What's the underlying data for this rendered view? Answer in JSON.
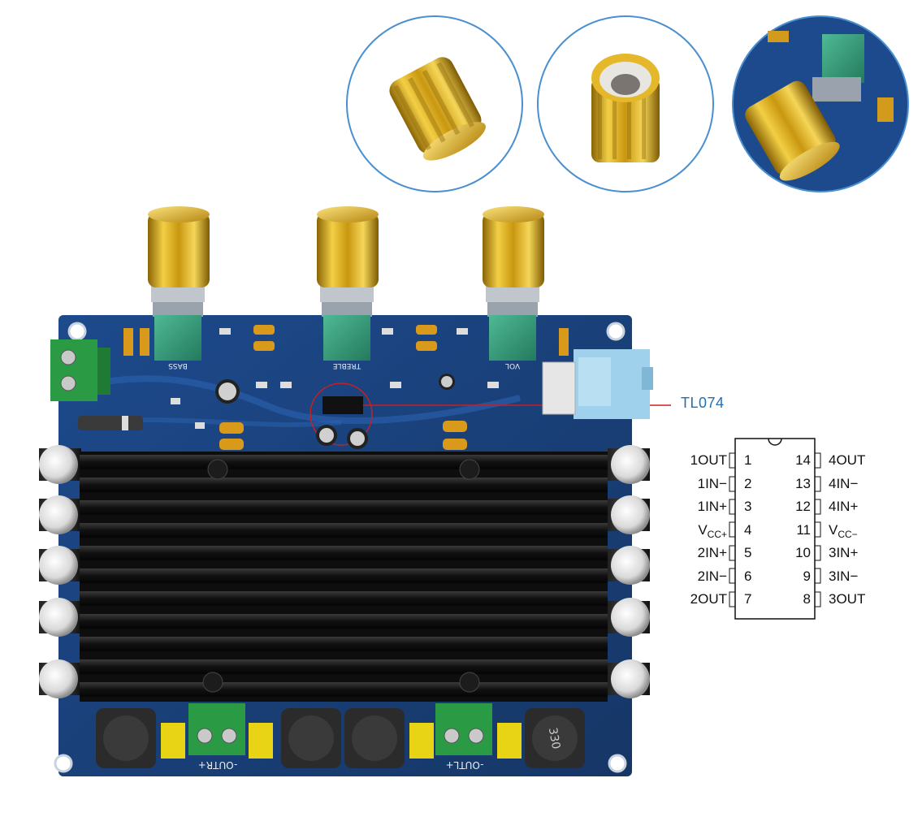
{
  "callout": {
    "label": "TL074"
  },
  "pcb_labels": {
    "bass": "BASS",
    "treble": "TREBLE",
    "vol": "VOL",
    "outr": "-OUTR+",
    "outl": "-OUTL+",
    "inductor": "330"
  },
  "ic_pinout": {
    "chip": "TL074",
    "left_pins": [
      {
        "num": "1",
        "name": "1OUT"
      },
      {
        "num": "2",
        "name": "1IN−"
      },
      {
        "num": "3",
        "name": "1IN+"
      },
      {
        "num": "4",
        "name": "VCC+"
      },
      {
        "num": "5",
        "name": "2IN+"
      },
      {
        "num": "6",
        "name": "2IN−"
      },
      {
        "num": "7",
        "name": "2OUT"
      }
    ],
    "right_pins": [
      {
        "num": "14",
        "name": "4OUT"
      },
      {
        "num": "13",
        "name": "4IN−"
      },
      {
        "num": "12",
        "name": "4IN+"
      },
      {
        "num": "11",
        "name": "VCC−"
      },
      {
        "num": "10",
        "name": "3IN+"
      },
      {
        "num": "9",
        "name": "3IN−"
      },
      {
        "num": "8",
        "name": "3OUT"
      }
    ]
  },
  "colors": {
    "pcb_blue": "#1a3f7a",
    "gold": "#d4a317",
    "heatsink": "#1b1b1b",
    "potentiometer_green": "#2f9b7a",
    "callout_red": "#cc1f1f",
    "callout_blue": "#1f6fb5"
  }
}
